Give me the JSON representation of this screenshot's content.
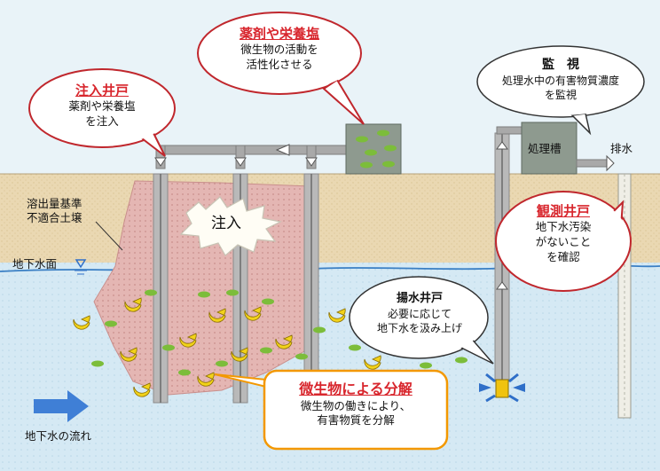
{
  "callouts": {
    "injection_well": {
      "title": "注入井戸",
      "line1": "薬剤や栄養塩",
      "line2": "を注入"
    },
    "nutrients": {
      "title": "薬剤や栄養塩",
      "line1": "微生物の活動を",
      "line2": "活性化させる"
    },
    "monitoring": {
      "title": "監　視",
      "line1": "処理水中の有害物質濃度",
      "line2": "を監視"
    },
    "observation_well": {
      "title": "観測井戸",
      "line1": "地下水汚染",
      "line2": "がないこと",
      "line3": "を確認"
    },
    "pumping_well": {
      "title": "揚水井戸",
      "line1": "必要に応じて",
      "line2": "地下水を汲み上げ"
    },
    "decomposition": {
      "title": "微生物による分解",
      "line1": "微生物の働きにより、",
      "line2": "有害物質を分解"
    }
  },
  "labels": {
    "contaminated_soil_1": "溶出量基準",
    "contaminated_soil_2": "不適合土壌",
    "injection_burst": "注入",
    "groundwater_surface": "地下水面",
    "treatment_tank": "処理槽",
    "drainage": "排水",
    "groundwater_flow": "地下水の流れ"
  },
  "colors": {
    "sky": "#e9f3f8",
    "sand": "#e8dcc0",
    "groundwater": "#cfe6f2",
    "contaminated_soil": "#e3b5b3",
    "pipe": "#9a9a9a",
    "tank": "#8f9a8f",
    "microbe": "#f2d21a",
    "nutrient_pill": "#7cbd3a",
    "callout_border_red": "#c0272d",
    "callout_border_orange": "#f39800",
    "flow_arrow": "#3f7fd6",
    "title_red": "#d8262d"
  }
}
